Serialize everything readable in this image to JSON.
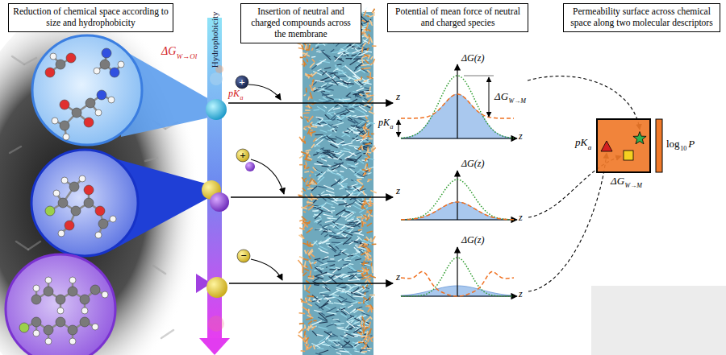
{
  "diagram": {
    "nodes": [
      {
        "text": [
          "Reduction of chemical space according to size and hydrophobicity"
        ]
      },
      {
        "text": [
          "Insertion of neutral and charged compounds across the membrane"
        ]
      },
      {
        "text": [
          "Potential of mean force of neutral and charged species"
        ]
      },
      {
        "text": [
          "Permeability surface across chemical space along two molecular descriptors"
        ]
      }
    ],
    "labels": [
      "ΔG",
      "W→Ol",
      "Hydrophobicity",
      "+",
      "pK",
      "a",
      "z",
      "+",
      "z",
      "−",
      "z",
      "ΔG(z)",
      "ΔG",
      "W→M",
      "pK",
      "a",
      "z",
      "ΔG(z)",
      "z",
      "ΔG(z)",
      "z",
      "pK",
      "a",
      "ΔG",
      "W→M",
      "log",
      "10",
      "P"
    ]
  }
}
